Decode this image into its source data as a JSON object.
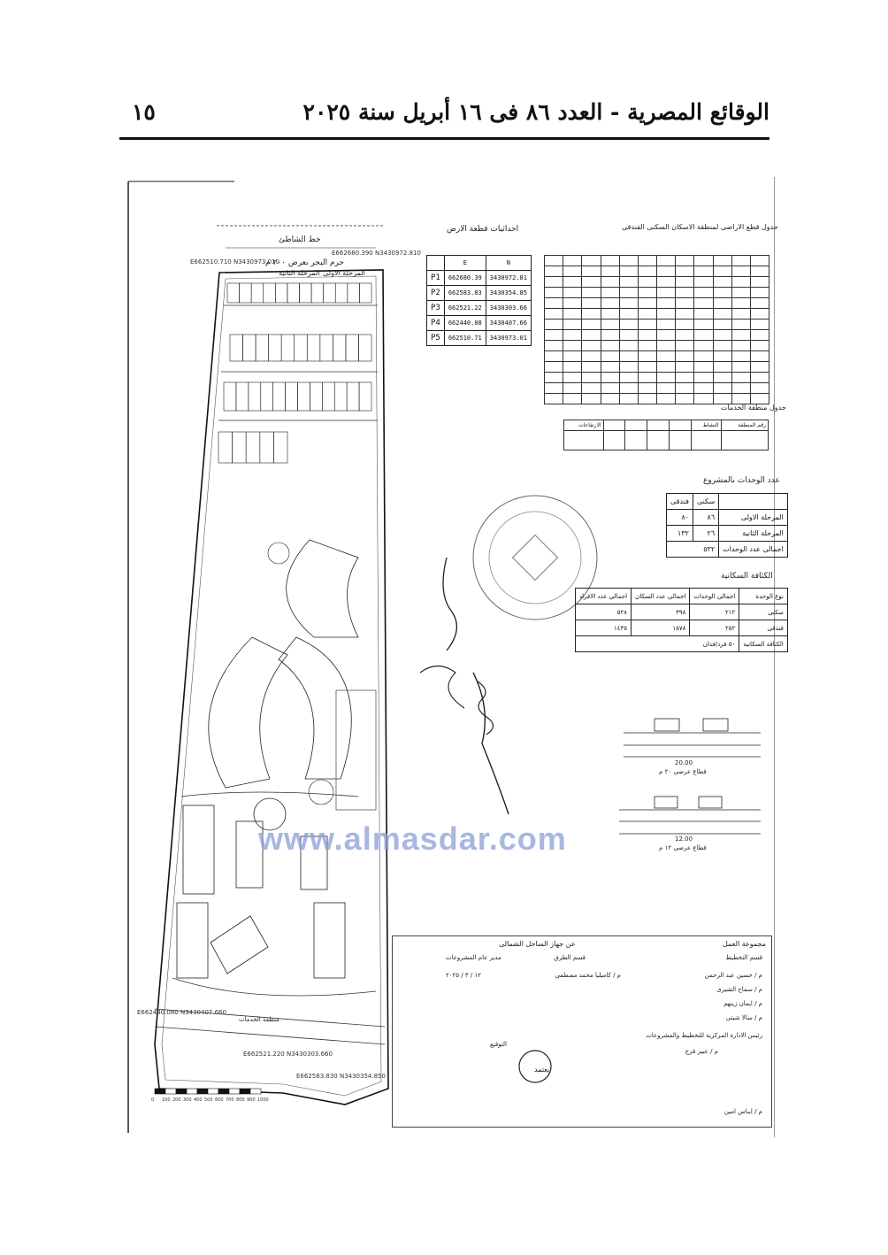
{
  "header": {
    "title": "الوقائع المصرية - العدد ٨٦ فى ١٦ أبريل سنة ٢٠٢٥",
    "page_number": "١٥"
  },
  "watermark": {
    "text": "www.almasdar.com",
    "color": "#8a9fd8"
  },
  "plan": {
    "label_coast": "خط الشاطئ",
    "label_sea_setback": "حرم البحر بعرض ٢٠٠ م",
    "label_phase_two": "المرحلة الثانية",
    "label_phase_one": "المرحلة الاولى",
    "label_services": "منطقة الخدمات",
    "coord_top_left": "E662510.710 N3430973.010",
    "coord_top_right": "E662680.390 N3430972.810",
    "coord_bottom_left": "E662440.080 N3430407.660",
    "coord_mid": "E662521.220 N3430303.660",
    "coord_bottom_right": "E662583.830 N3430354.850"
  },
  "coords_table": {
    "title": "احداثيات قطعة الارض",
    "headers": [
      "",
      "E",
      "N"
    ],
    "rows": [
      {
        "id": "P1",
        "e": "662680.39",
        "n": "3430972.81"
      },
      {
        "id": "P2",
        "e": "662583.83",
        "n": "3430354.85"
      },
      {
        "id": "P3",
        "e": "662521.22",
        "n": "3430303.66"
      },
      {
        "id": "P4",
        "e": "662440.08",
        "n": "3430407.66"
      },
      {
        "id": "P5",
        "e": "662510.71",
        "n": "3430973.01"
      }
    ]
  },
  "land_table": {
    "title": "جدول قطع الاراضى لمنطقة الاسكان السكنى الفندقى"
  },
  "services_table": {
    "title": "جدول منطقة الخدمات",
    "headers": [
      "رقم المنطقة",
      "النشاط",
      "",
      "",
      "",
      "",
      "الارتفاعات"
    ]
  },
  "units_table": {
    "title": "عدد الوحدات بالمشروع",
    "headers": [
      "",
      "سكنى",
      "فندقى"
    ],
    "rows": [
      {
        "label": "المرحلة الاولى",
        "a": "٨٦",
        "b": "٨٠"
      },
      {
        "label": "المرحلة الثانية",
        "a": "٢٦",
        "b": "١٣٢"
      }
    ],
    "total_label": "اجمالى عدد الوحدات",
    "total_value": "٥٣٢"
  },
  "density_table": {
    "title": "الكثافة السكانية",
    "headers": [
      "نوع الوحدة",
      "اجمالى الوحدات",
      "اجمالى عدد السكان",
      "اجمالى عدد الافراد"
    ],
    "rows": [
      {
        "type": "سكنى",
        "units": "٢١٢",
        "people": "٣٩٨",
        "persons": "٥٢٨"
      },
      {
        "type": "فندقى",
        "units": "٢٥٢",
        "people": "١٥٧٨",
        "persons": "١٤٣٥"
      }
    ],
    "density_label": "الكثافة السكانية",
    "density_value": "٥٠ فرد/فدان"
  },
  "sections": {
    "road_a_label": "قطاع عرضى ٢٠ م",
    "road_b_label": "قطاع عرضى ١٢ م",
    "road_a_width": "20.00",
    "road_b_width": "12.00"
  },
  "signatures": {
    "top_title": "مجموعة العمل",
    "left_title": "عن جهاز الساحل الشمالى",
    "roads_dept": "قسم الطرق",
    "planning_dept": "قسم التخطيط",
    "name_1": "م / حسين عبد الرحمن",
    "name_2": "م / سماح الشيرى",
    "name_3": "م / ايمان زينهم",
    "name_4": "م / سالا شيتى",
    "name_5": "م / كاميليا محمد مصطفى",
    "name_6": "م / عبير فرج",
    "name_7": "م / ايناس امين",
    "sign_label": "التوقيع",
    "manager_title": "مدير عام المشروعات",
    "director_title": "رئيس الادارة المركزية للتخطيط والمشروعات",
    "approval_label": "يعتمد",
    "date_text": "١٢ / ٣ / ٢٠٢٥"
  },
  "scale_bar_labels": [
    "0",
    "100",
    "200",
    "300",
    "400",
    "500",
    "600",
    "700",
    "800",
    "900",
    "1000"
  ]
}
